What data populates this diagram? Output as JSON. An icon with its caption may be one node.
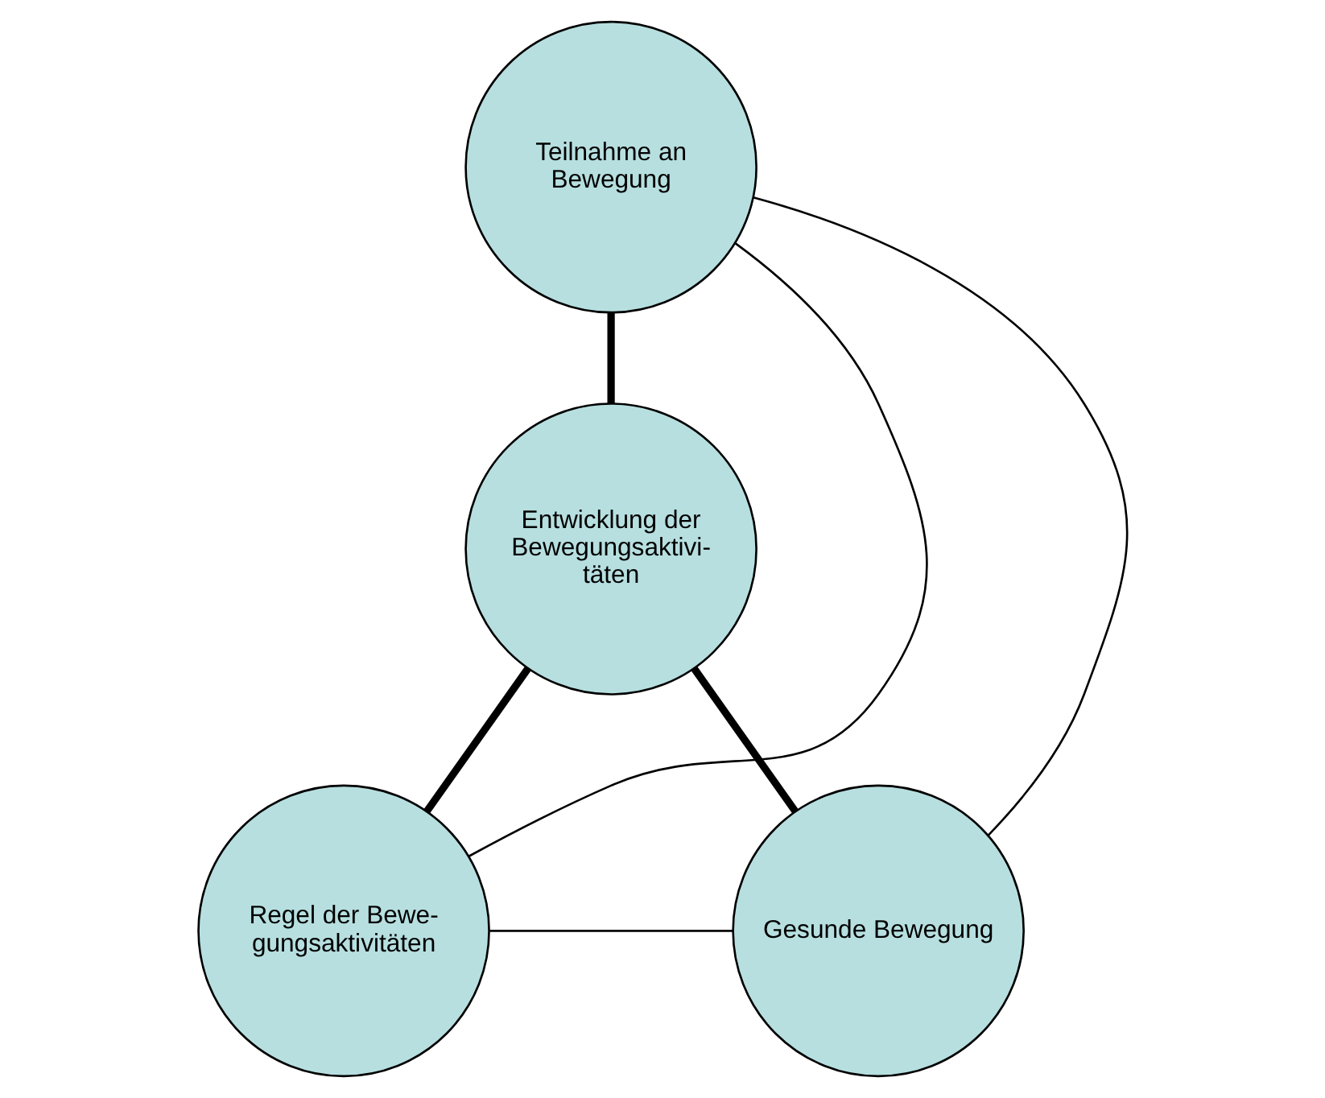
{
  "diagram": {
    "nodes": [
      {
        "text": [
          "Teilnahme an Bewegung"
        ]
      },
      {
        "text": [
          "Entwicklung der Bewegungsaktivi- täten"
        ]
      },
      {
        "text": [
          "Regel der Bewe- gungsaktivitäten"
        ]
      },
      {
        "text": [
          "Gesunde Bewegung"
        ]
      }
    ],
    "edges": [
      {
        "from": 1,
        "to": 0,
        "arrow": "none",
        "style": "thick"
      },
      {
        "from": 1,
        "to": 2,
        "arrow": "none",
        "style": "thick"
      },
      {
        "from": 1,
        "to": 3,
        "arrow": "none",
        "style": "thick"
      },
      {
        "from": 0,
        "to": 2,
        "arrow": "none"
      },
      {
        "from": 0,
        "to": 3,
        "arrow": "none"
      },
      {
        "from": 2,
        "to": 3,
        "arrow": "none"
      }
    ]
  }
}
